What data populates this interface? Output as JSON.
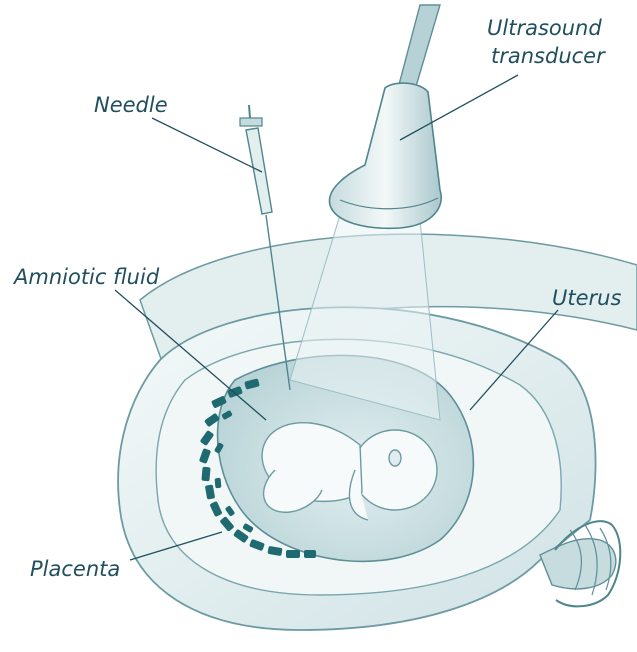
{
  "labels": {
    "needle": "Needle",
    "transducer_line1": "Ultrasound",
    "transducer_line2": "transducer",
    "amniotic_fluid": "Amniotic fluid",
    "uterus": "Uterus",
    "placenta": "Placenta"
  },
  "colors": {
    "ink": "#1f4f5e",
    "tissue_light": "#eef5f5",
    "tissue_mid": "#d5e6e8",
    "tissue_dark": "#b7d2d6",
    "placenta": "#1e6a70",
    "fluid": "#c9dfe2"
  }
}
